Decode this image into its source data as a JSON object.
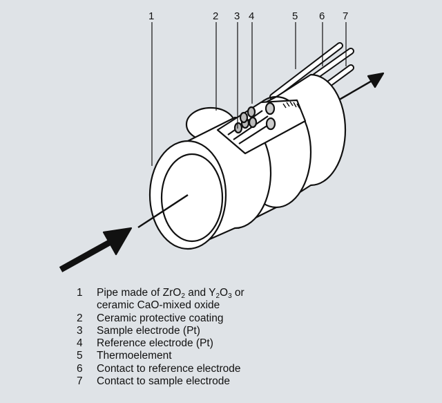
{
  "diagram": {
    "callouts": [
      "1",
      "2",
      "3",
      "4",
      "5",
      "6",
      "7"
    ]
  },
  "legend": [
    {
      "number": "1",
      "parts": [
        "Pipe made of ZrO",
        "2",
        " and Y",
        "2",
        "O",
        "3",
        " or"
      ],
      "line2": "ceramic CaO-mixed oxide"
    },
    {
      "number": "2",
      "text": "Ceramic protective coating"
    },
    {
      "number": "3",
      "text": "Sample electrode (Pt)"
    },
    {
      "number": "4",
      "text": "Reference electrode (Pt)"
    },
    {
      "number": "5",
      "text": "Thermoelement"
    },
    {
      "number": "6",
      "text": "Contact to reference electrode"
    },
    {
      "number": "7",
      "text": "Contact to sample electrode"
    }
  ]
}
